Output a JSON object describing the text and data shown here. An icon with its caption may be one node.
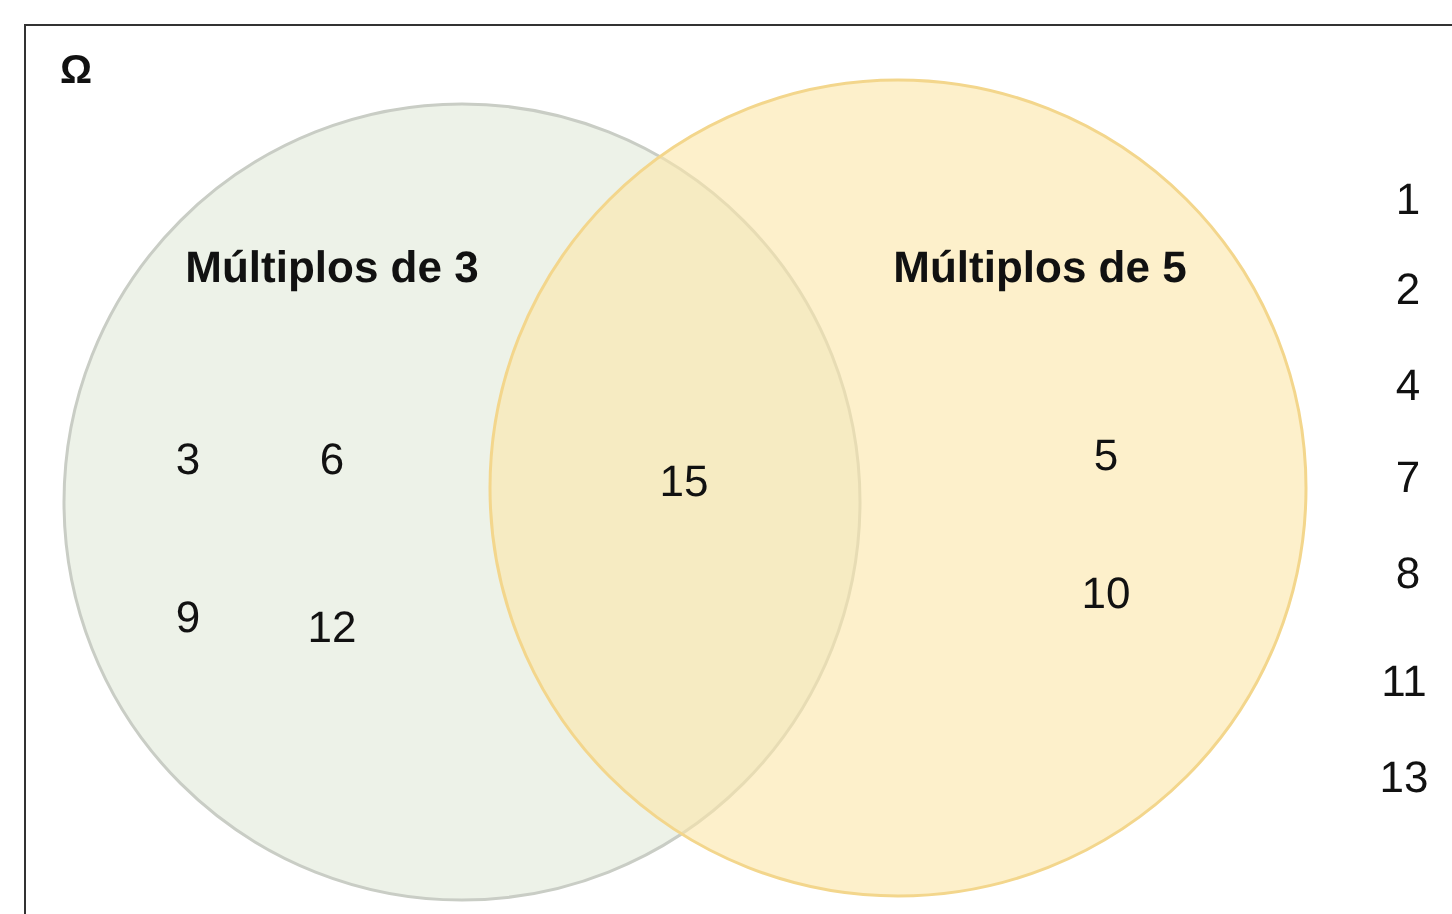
{
  "diagram": {
    "nodes": [
      {
        "text": [
          "Ω"
        ]
      },
      {
        "text": [
          "Múltiplos de 3"
        ],
        "in": 0
      },
      {
        "text": [
          "Múltiplos de 5"
        ],
        "in": 0
      }
    ],
    "labels": [
      "3",
      "6",
      "9",
      "12",
      "15",
      "5",
      "10",
      "1",
      "2",
      "4",
      "7",
      "8",
      "11",
      "13"
    ]
  }
}
